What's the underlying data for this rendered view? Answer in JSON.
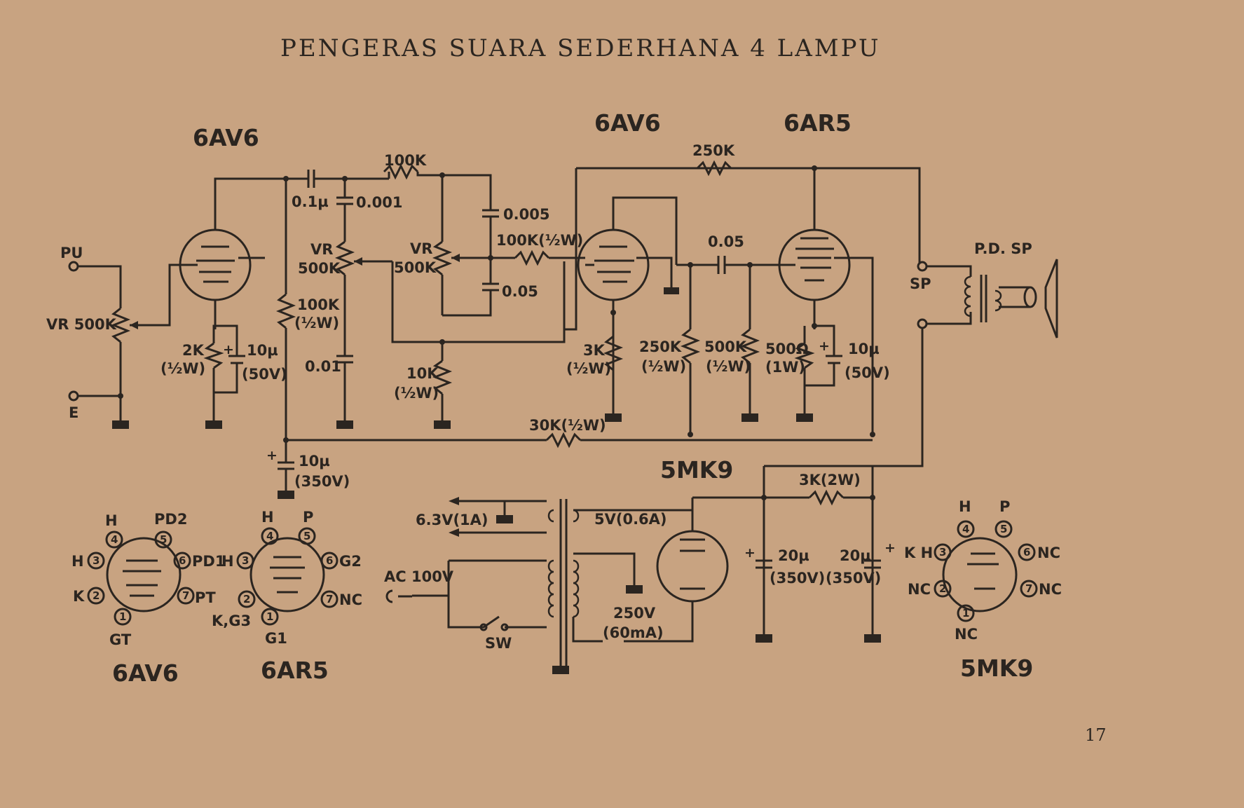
{
  "page": {
    "title": "PENGERAS SUARA SEDERHANA 4 LAMPU",
    "page_number": "17"
  },
  "tubes": {
    "v1": "6AV6",
    "v2": "6AV6",
    "v3": "6AR5",
    "rect": "5MK9"
  },
  "labels": {
    "pu": "PU",
    "e": "E",
    "vr1": "VR 500K",
    "c_01u": "0.1µ",
    "c_0001": "0.001",
    "r_100k": "100K",
    "vr2_a": "VR",
    "vr2_b": "500K",
    "vr3_a": "VR",
    "vr3_b": "500K",
    "c_0005": "0.005",
    "r_100k_half": "100K(½W)",
    "c_005a": "0.05",
    "r_100k_b": "100K",
    "r_100k_b2": "(½W)",
    "r_2k": "2K",
    "r_2k_w": "(½W)",
    "c_10u_a": "10µ",
    "c_10u_a2": "(50V)",
    "c_001": "0.01",
    "r_10k": "10K",
    "r_10k_w": "(½W)",
    "r_3k": "3K",
    "r_3k_w": "(½W)",
    "r_250k": "250K",
    "r_250k_w": "(½W)",
    "r_500k": "500K",
    "r_500k_w": "(½W)",
    "r_500": "500Ω",
    "r_500_w": "(1W)",
    "c_10u_b": "10µ",
    "c_10u_b2": "(50V)",
    "c_005b": "0.05",
    "r_250k_top": "250K",
    "r_30k": "30K(½W)",
    "c_10u_c": "10µ",
    "c_10u_c2": "(350V)",
    "pd_sp": "P.D. SP",
    "sp": "SP",
    "r_3k2w": "3K(2W)",
    "v_63": "6.3V(1A)",
    "v_5": "5V(0.6A)",
    "ac": "AC 100V",
    "sw": "SW",
    "hv": "250V",
    "hv2": "(60mA)",
    "c_20u_a": "20µ",
    "c_20u_b": "20µ",
    "c_350a": "(350V)",
    "c_350b": "(350V)"
  },
  "pinouts": {
    "p6av6": {
      "name": "6AV6",
      "h1": "H",
      "pd2": "PD2",
      "h2": "H",
      "pd1": "PD1",
      "k": "K",
      "pt": "PT",
      "gt": "GT"
    },
    "p6ar5": {
      "name": "6AR5",
      "h1": "H",
      "p": "P",
      "h2": "H",
      "g2": "G2",
      "nc": "NC",
      "kg3": "K,G3",
      "g1": "G1"
    },
    "p5mk9": {
      "name": "5MK9",
      "h": "H",
      "p": "P",
      "kh": "K H",
      "nc6": "NC",
      "nc2": "NC",
      "nc7": "NC",
      "nc1": "NC"
    }
  }
}
